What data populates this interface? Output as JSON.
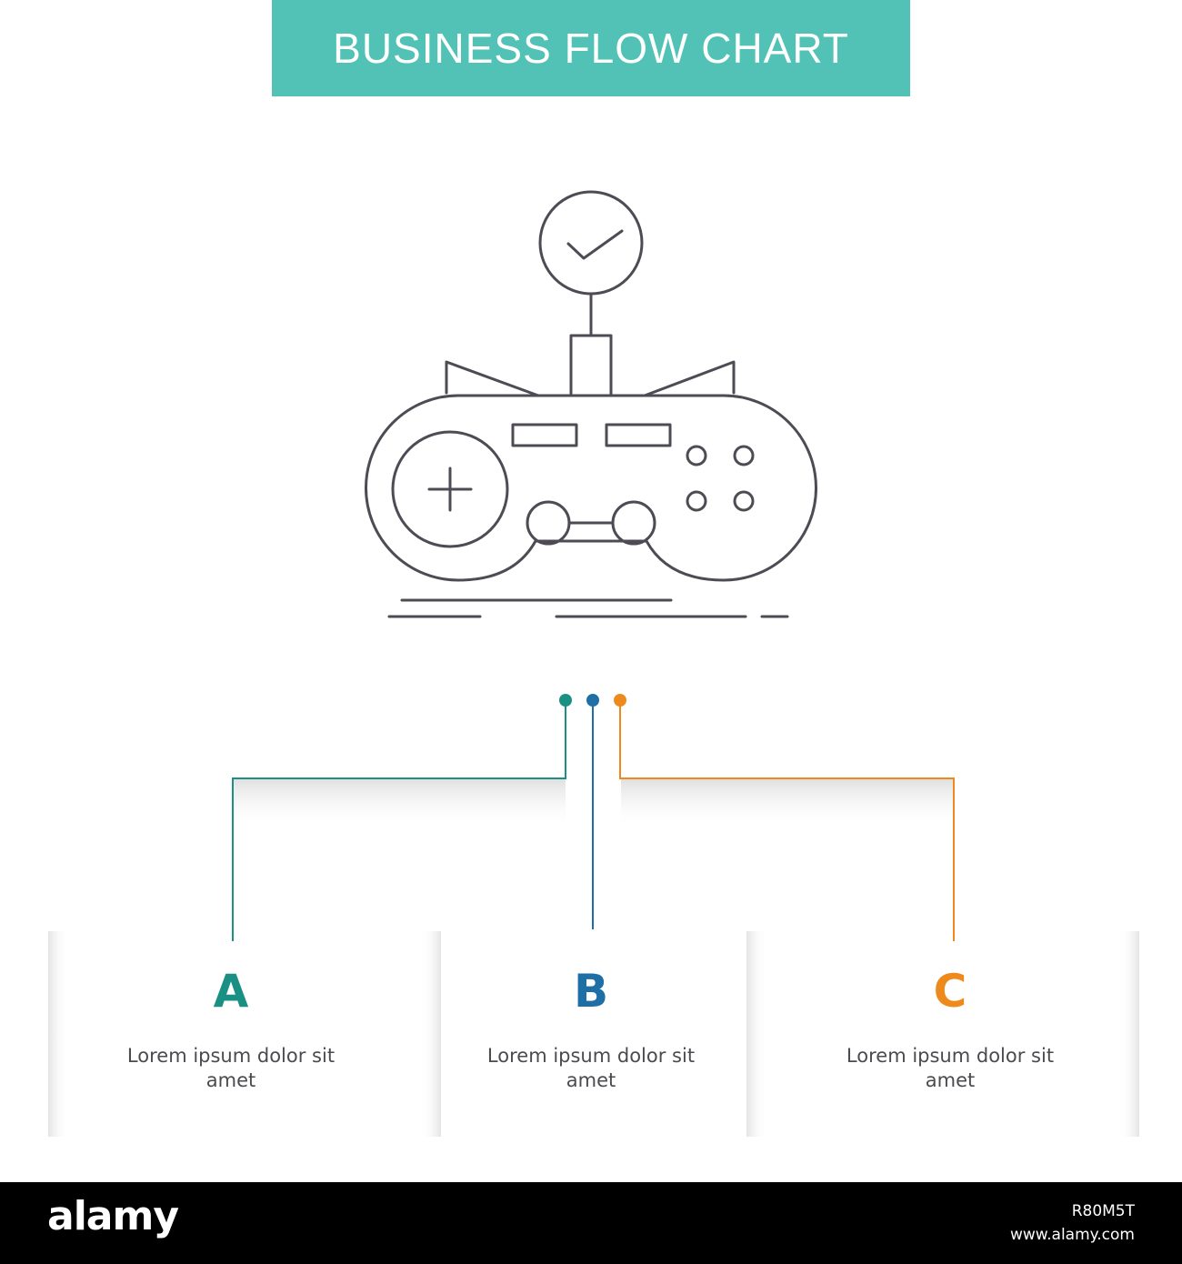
{
  "header": {
    "title": "BUSINESS FLOW CHART"
  },
  "icon": {
    "name": "game-controller-check-icon"
  },
  "colors": {
    "banner": "#52c2b6",
    "step_a": "#1a8f83",
    "step_b": "#1d6fa6",
    "step_c": "#ee8a1c",
    "icon_stroke": "#4f4b54"
  },
  "steps": [
    {
      "letter": "A",
      "text": "Lorem ipsum dolor sit amet"
    },
    {
      "letter": "B",
      "text": "Lorem ipsum dolor sit amet"
    },
    {
      "letter": "C",
      "text": "Lorem ipsum dolor sit amet"
    }
  ],
  "footer": {
    "brand": "alamy",
    "image_id": "R80M5T",
    "site": "www.alamy.com"
  }
}
